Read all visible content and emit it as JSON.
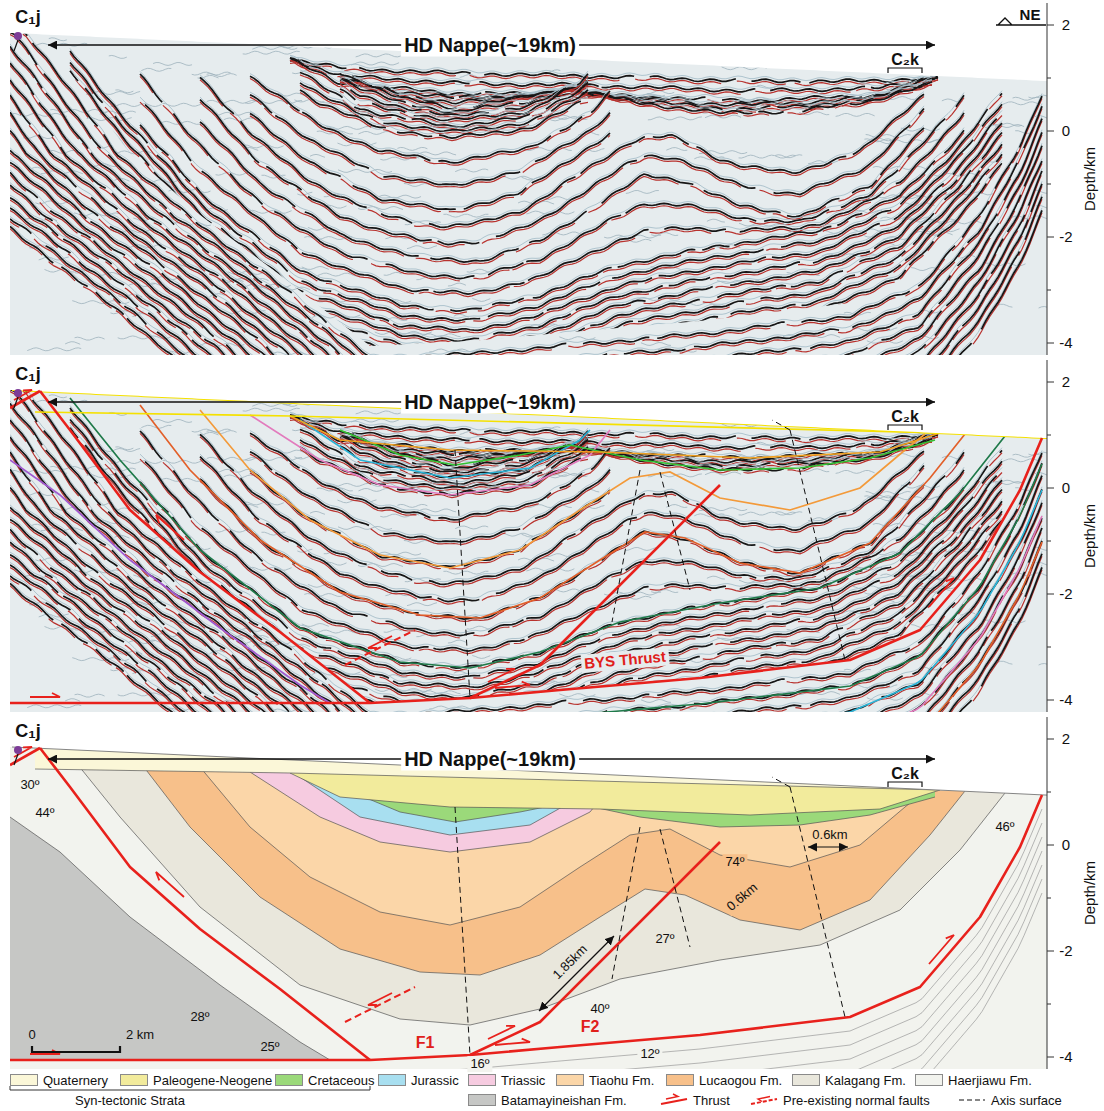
{
  "diagram": {
    "labels": [
      "C₁j",
      "HD Nappe(~19km)",
      "C₂k",
      "NE",
      "2",
      "0",
      "-2",
      "-4",
      "Depth/km",
      "C₁j",
      "HD Nappe(~19km)",
      "C₂k",
      "BYS Thrust",
      "2",
      "0",
      "-2",
      "-4",
      "Depth/km",
      "C₁j",
      "HD Nappe(~19km)",
      "C₂k",
      "30º",
      "44º",
      "28º",
      "25º",
      "16º",
      "12º",
      "F1",
      "F2",
      "1.85km",
      "40º",
      "27º",
      "74º",
      "0.6km",
      "0.6km",
      "46º",
      "0",
      "2 km",
      "2",
      "0",
      "-2",
      "-4",
      "Depth/km",
      "Syn-tectonic Strata"
    ],
    "legend": [
      {
        "text": "Quaternery",
        "color": "#fbf7d8"
      },
      {
        "text": "Paleogene-Neogene",
        "color": "#f2eb9c"
      },
      {
        "text": "Cretaceous",
        "color": "#9bd97a"
      },
      {
        "text": "Jurassic",
        "color": "#a8dff0"
      },
      {
        "text": "Triassic",
        "color": "#f6cbe0"
      },
      {
        "text": "Tiaohu Fm.",
        "color": "#fbd6a8"
      },
      {
        "text": "Lucaogou Fm.",
        "color": "#f7c08a"
      },
      {
        "text": "Kalagang Fm.",
        "color": "#e9e7dc"
      },
      {
        "text": "Haerjiawu Fm.",
        "color": "#f2f3ee"
      },
      {
        "text": "Batamayineishan Fm.",
        "color": "#c6c7c5"
      },
      {
        "text": "Thrust"
      },
      {
        "text": "Pre-existing normal faults"
      },
      {
        "text": "Axis surface"
      }
    ]
  }
}
